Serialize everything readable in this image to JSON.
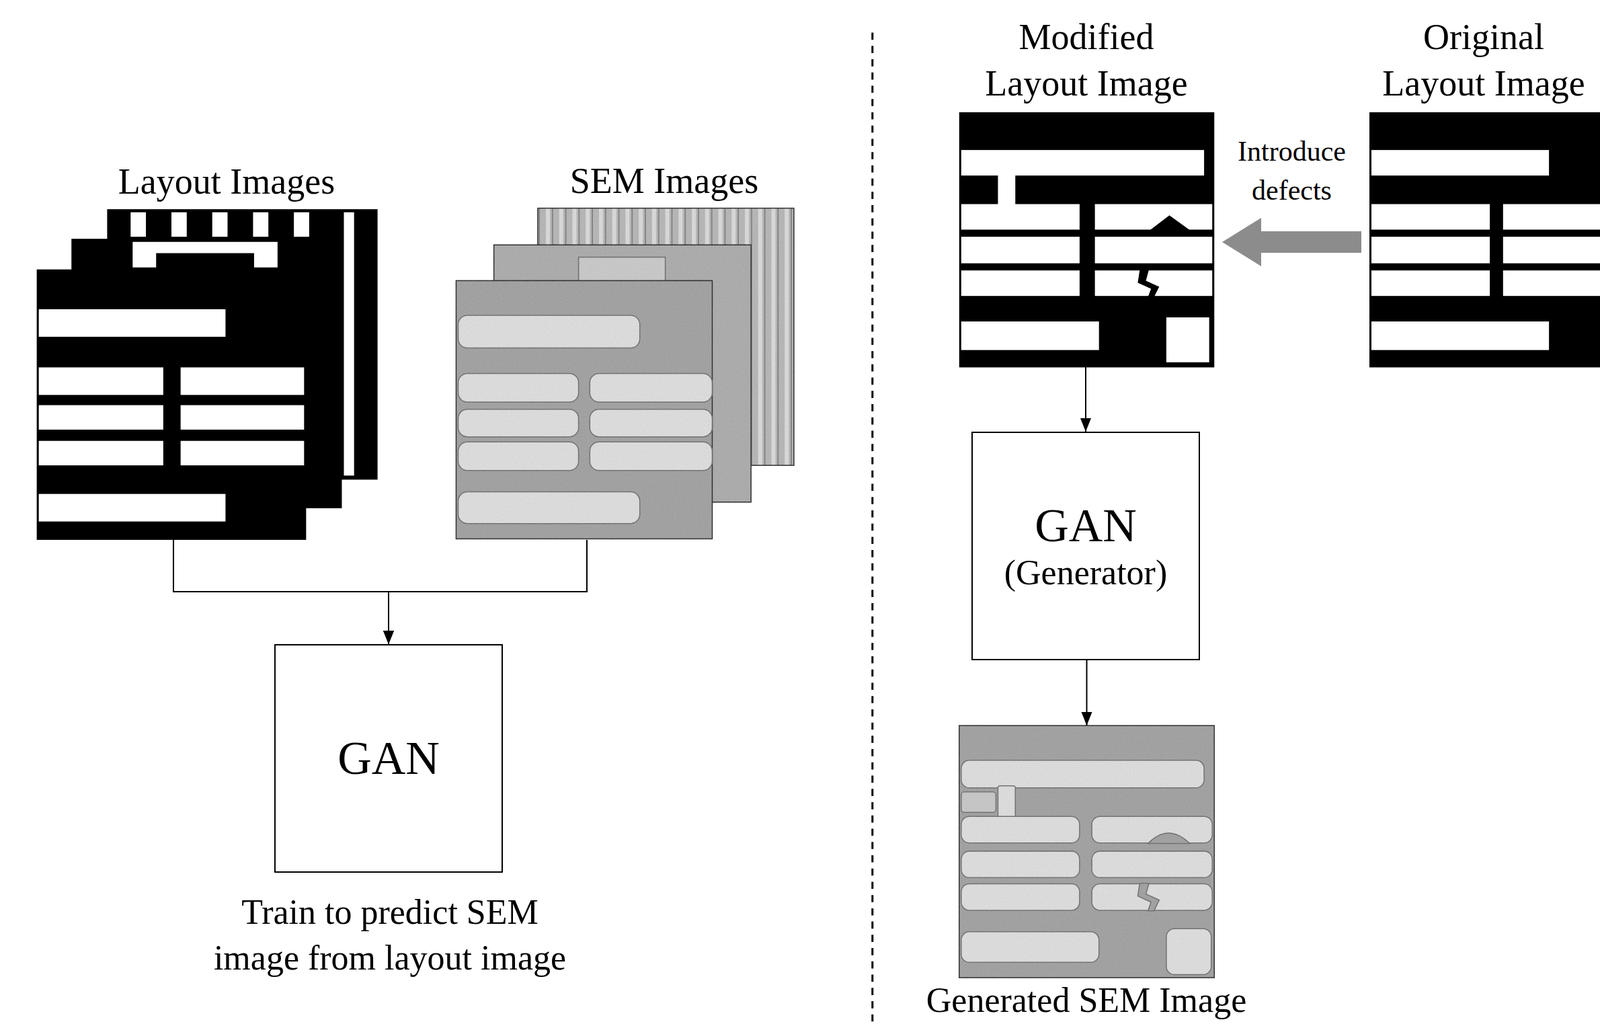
{
  "diagram": {
    "nodes": [
      {
        "text": [
          "Layout Images"
        ]
      },
      {
        "text": [
          "SEM Images"
        ]
      },
      {
        "text": [
          "GAN",
          "Train to predict SEM image from layout image"
        ]
      },
      {
        "text": [
          "Modified Layout Image"
        ]
      },
      {
        "text": [
          "Original Layout Image"
        ]
      },
      {
        "text": [
          "GAN",
          "(Generator)"
        ]
      },
      {
        "text": [
          "Generated SEM Image"
        ]
      }
    ],
    "edges": [
      {
        "from": 0,
        "to": 2,
        "arrow": "to"
      },
      {
        "from": 1,
        "to": 2,
        "arrow": "to"
      },
      {
        "from": 4,
        "to": 3,
        "label": "Introduce defects",
        "arrow": "to"
      },
      {
        "from": 3,
        "to": 5,
        "arrow": "to"
      },
      {
        "from": 5,
        "to": 6,
        "arrow": "to"
      }
    ]
  }
}
